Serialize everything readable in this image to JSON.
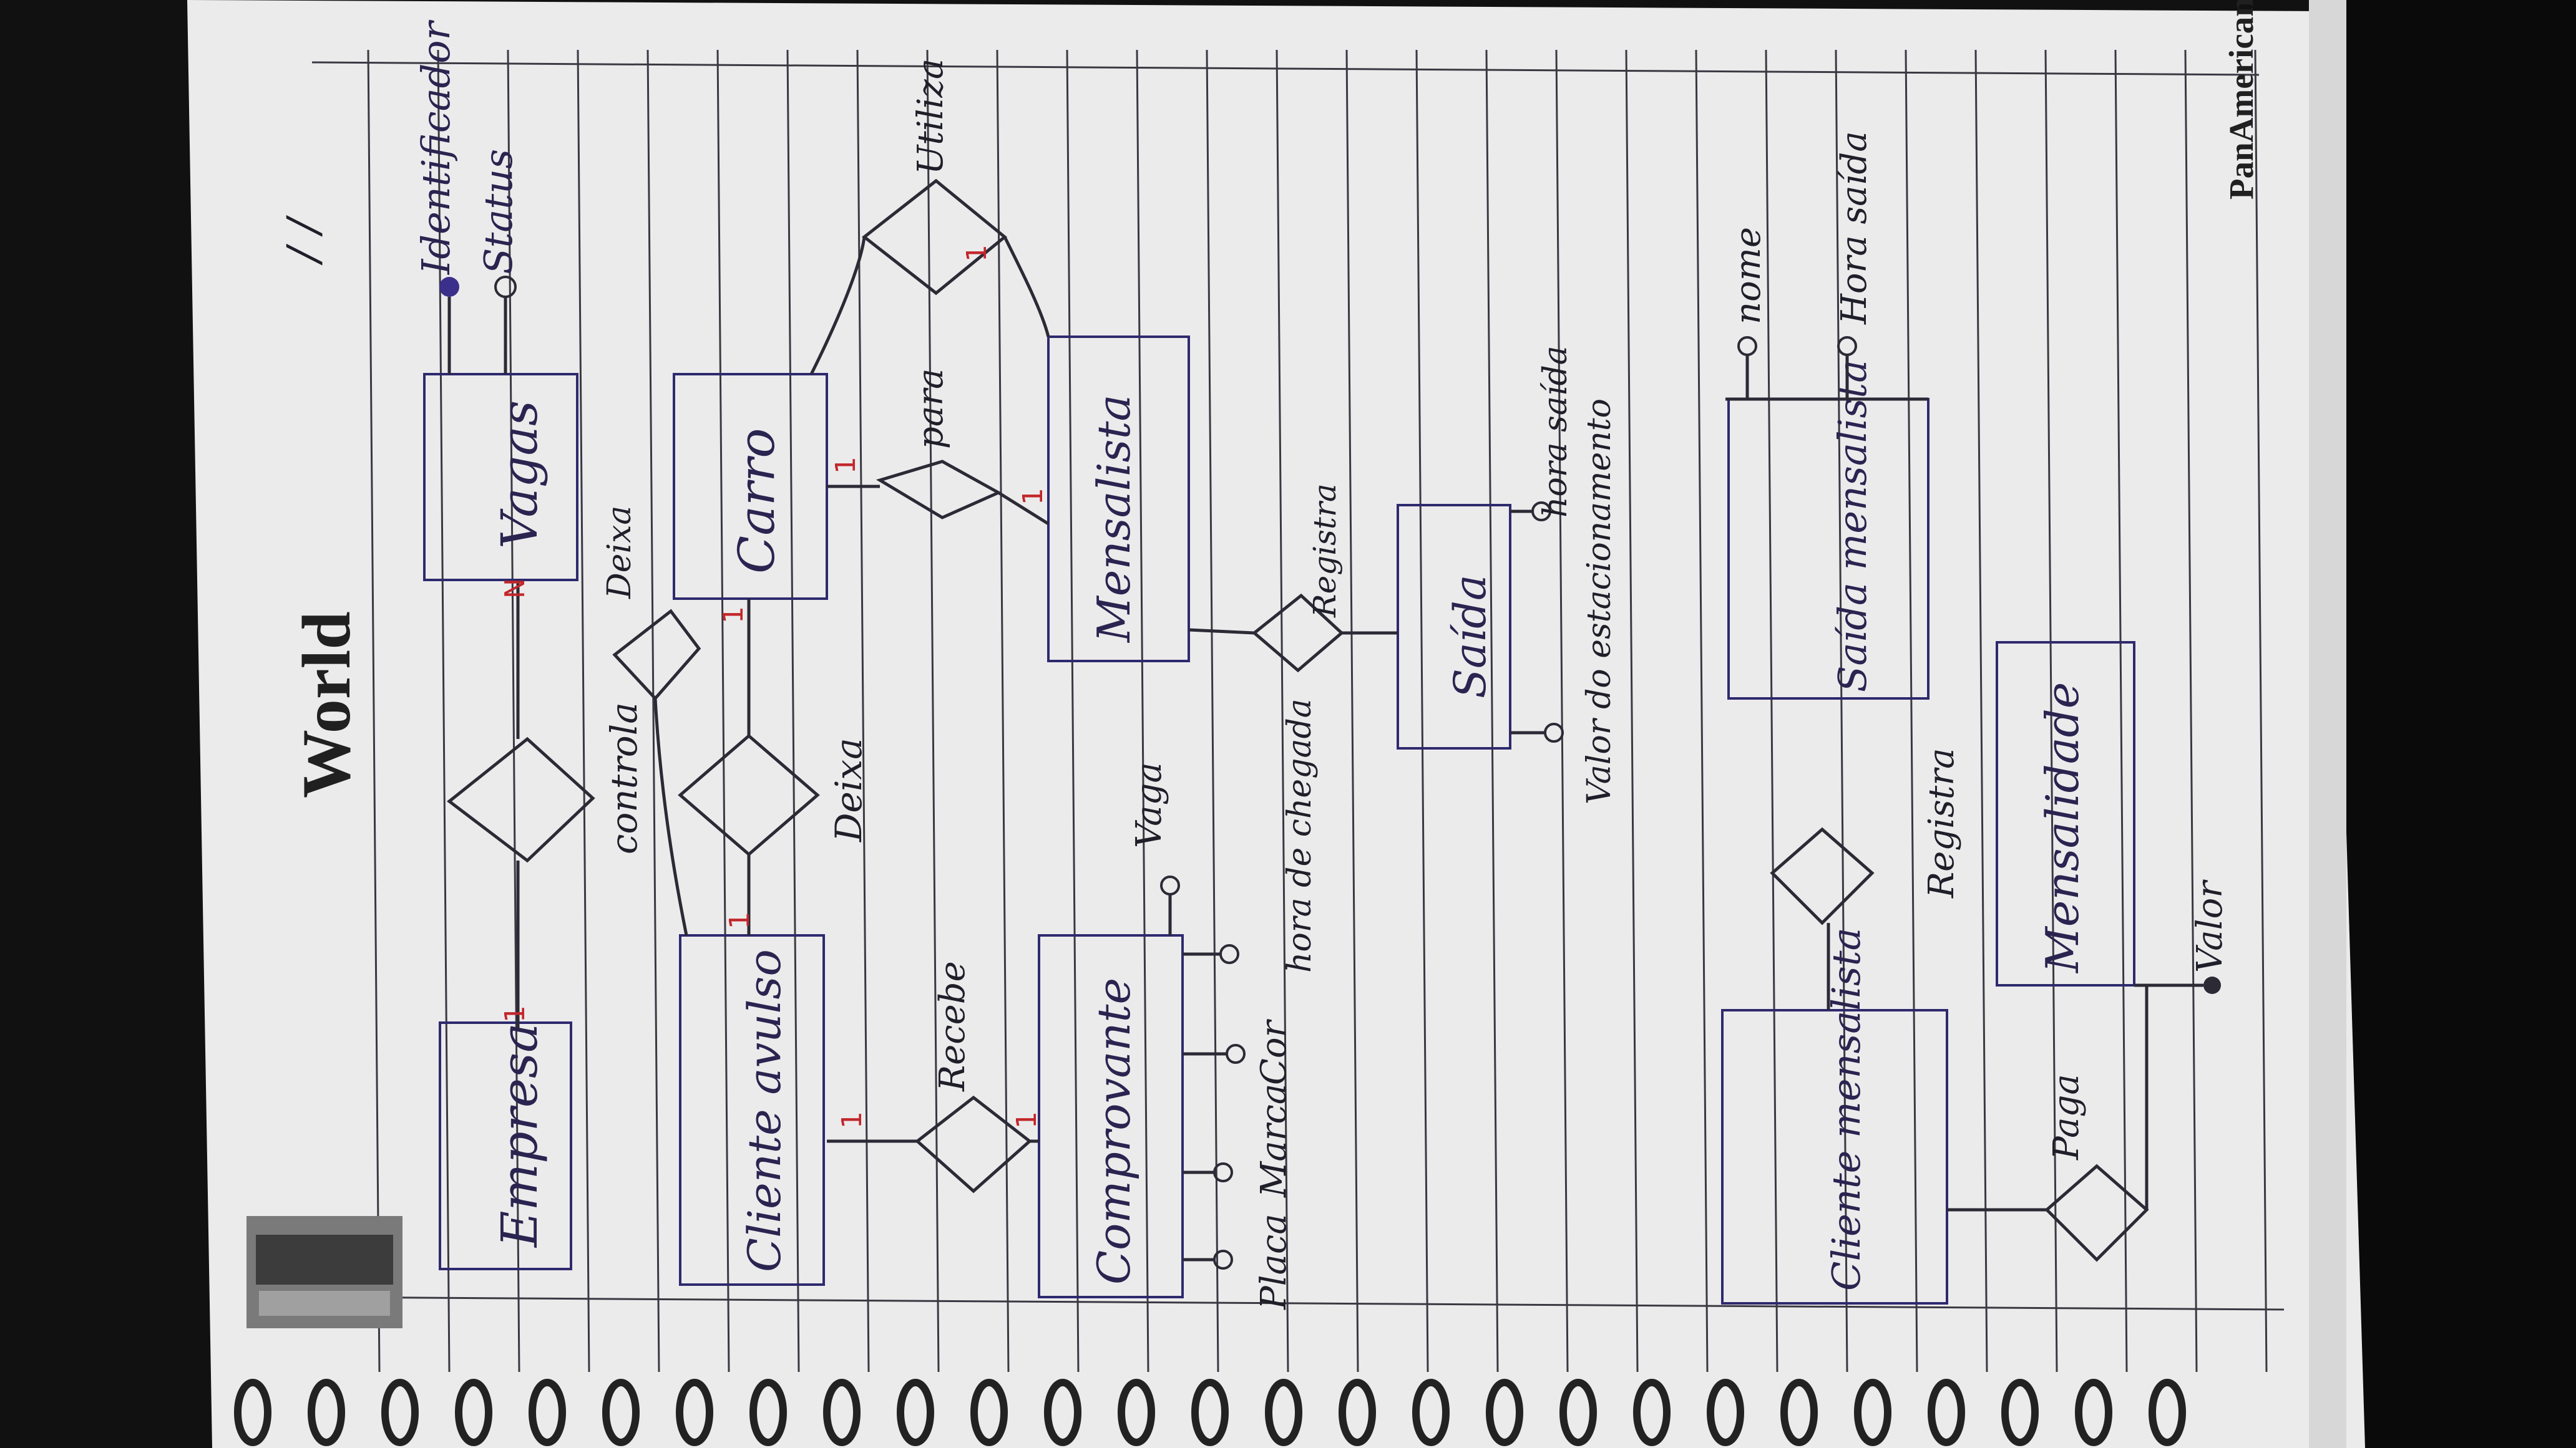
{
  "header": {
    "brand": "World",
    "date": "/ /",
    "footer_brand": "PanAmerican"
  },
  "diagram": {
    "entities": {
      "empresa": "Empresa",
      "vagas": "Vagas",
      "cliente_avulso": "Cliente avulso",
      "carro": "Carro",
      "comprovante": "Comprovante",
      "mensalista_ent": "Mensalista",
      "saida": "Saída",
      "saida_mensalista": "Saída mensalista",
      "cliente_mensalista": "Cliente mensalista",
      "mensalidade": "Mensalidade"
    },
    "relationships": {
      "controla": "controla",
      "deixa": "Deixa",
      "deixa_top": "Deixa",
      "recebe": "Recebe",
      "para": "para",
      "utiliza": "Utiliza",
      "registra_saida": "Registra",
      "registra_mensalidade": "Registra",
      "paga": "Paga"
    },
    "attributes": {
      "identificador": "Identificador",
      "status": "Status",
      "vaga": "Vaga",
      "placa": "Placa",
      "marca": "Marca",
      "cor": "Cor",
      "hora_chegada": "hora de chegada",
      "hora_saida": "hora saída",
      "valor_estac": "Valor do estacionamento",
      "nome": "nome",
      "hora_saida_m": "Hora saída",
      "valor": "Valor"
    },
    "cardinalities": {
      "one": "1",
      "n": "N"
    }
  },
  "colors": {
    "paper": "#ecebec",
    "ink": "#2b2a35",
    "rule": "#3a3942",
    "red": "#c2262a"
  }
}
